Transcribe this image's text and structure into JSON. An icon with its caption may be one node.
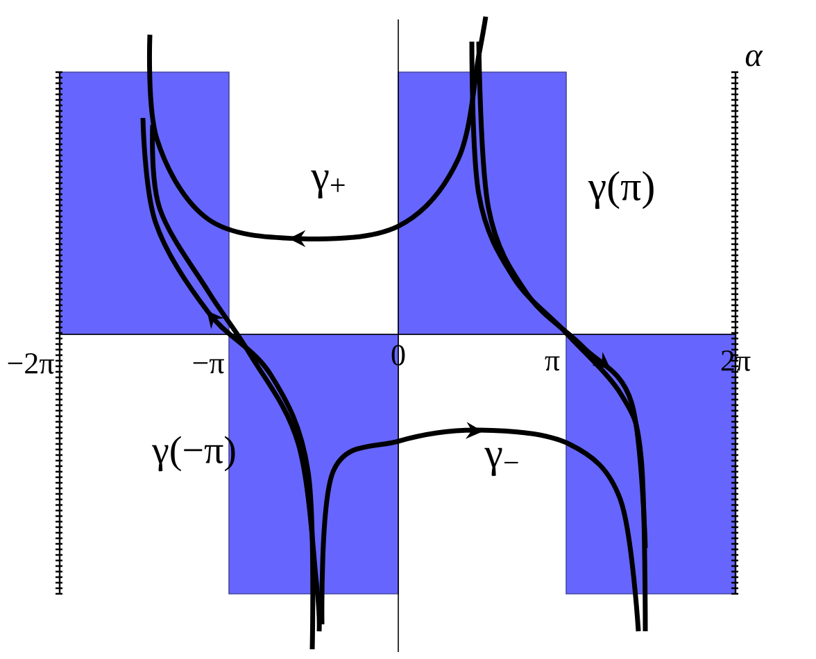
{
  "diagram": {
    "labels": [
      "α",
      "γ$_{+}$",
      "γ(π)",
      "−2π",
      "−π",
      "0",
      "π",
      "2π",
      "γ(−π)",
      "γ$_{−}$"
    ]
  }
}
